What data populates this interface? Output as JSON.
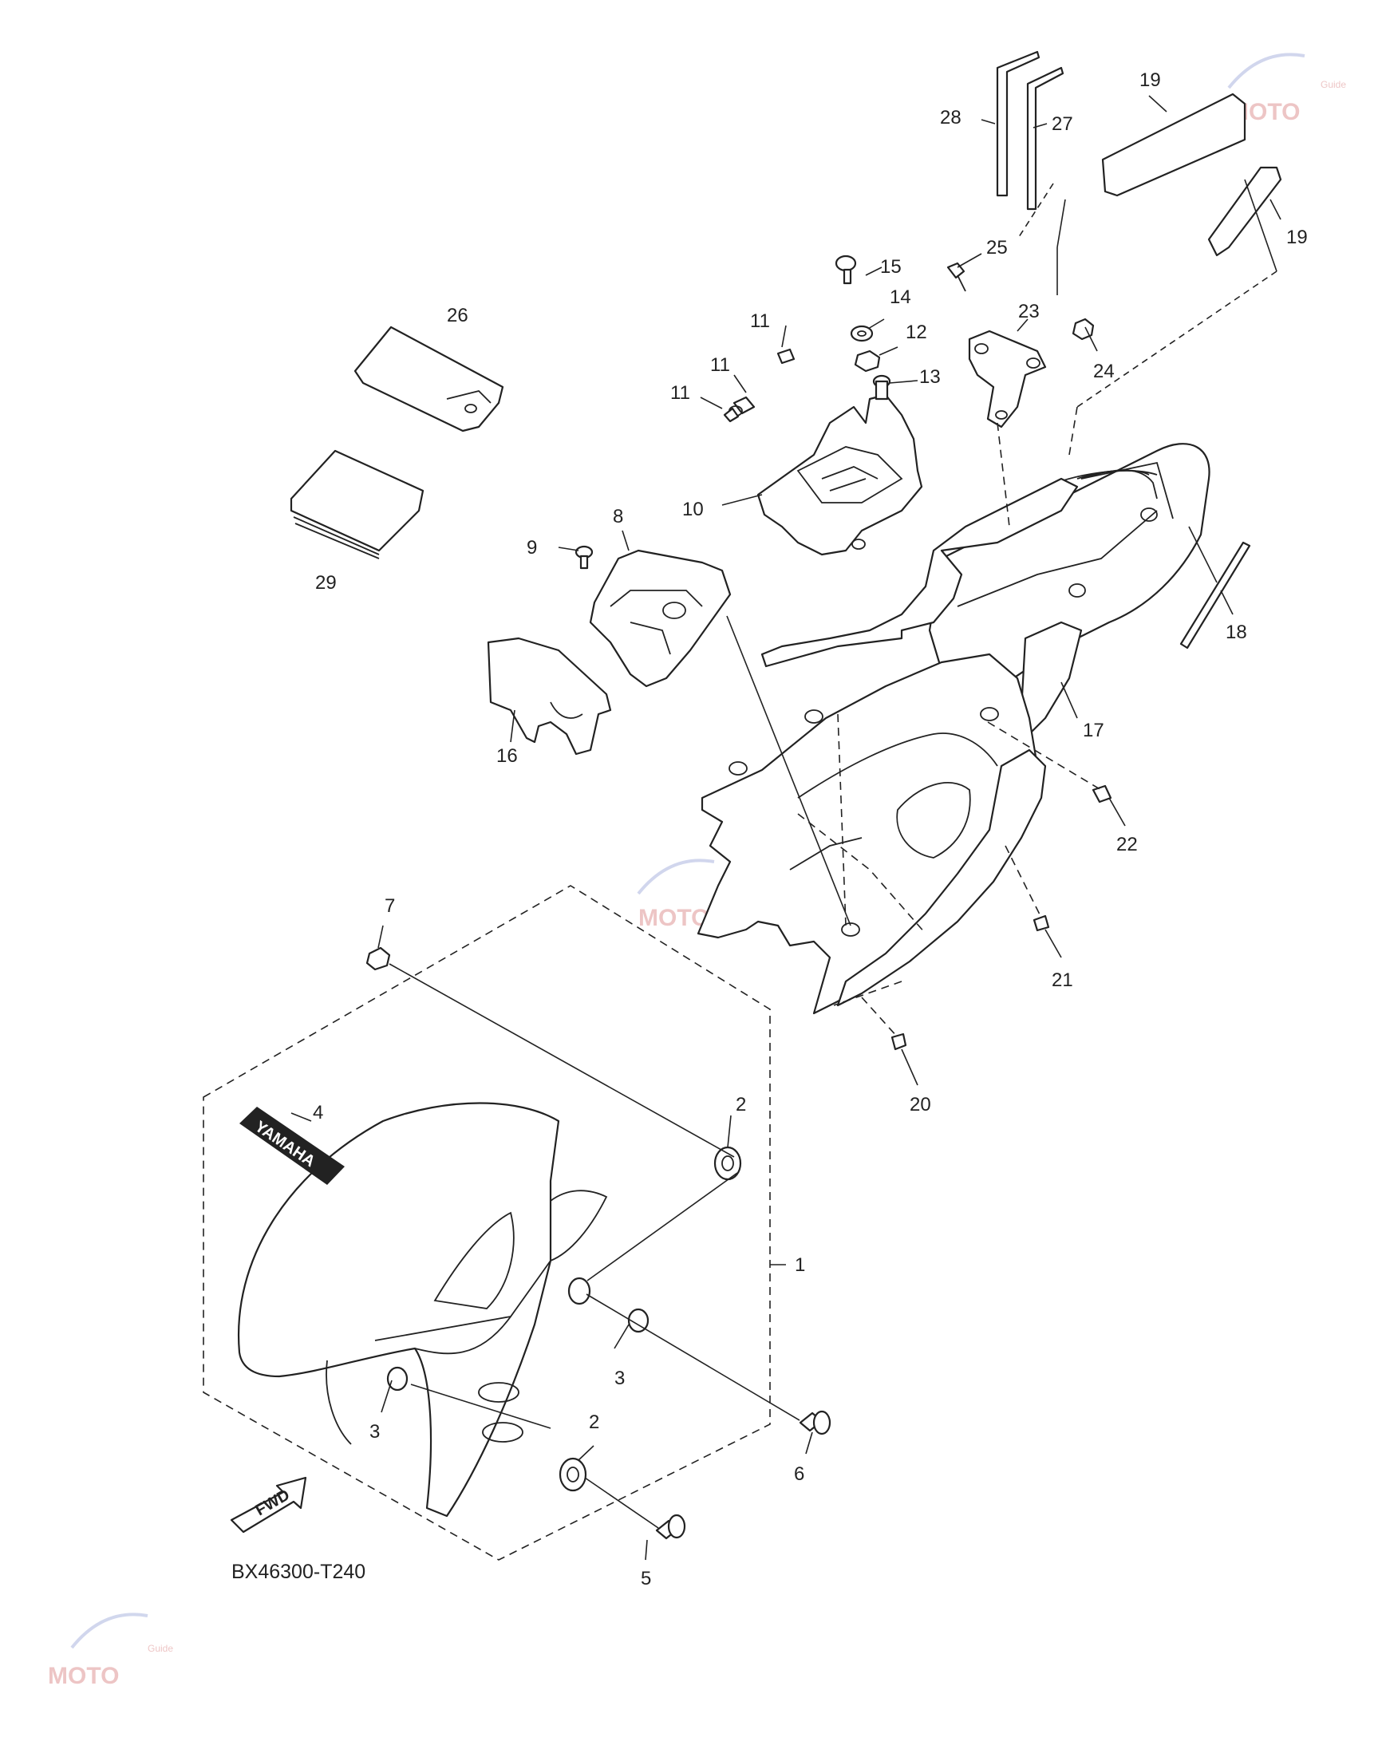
{
  "diagram_code": "BX46300-T240",
  "fwd_label": "FWD",
  "decal_text": "YAMAHA",
  "watermark": {
    "text": "MOTO",
    "sub": "Guide"
  },
  "callouts": [
    "1",
    "2",
    "2",
    "3",
    "3",
    "4",
    "5",
    "6",
    "7",
    "8",
    "9",
    "10",
    "11",
    "11",
    "11",
    "12",
    "13",
    "14",
    "15",
    "16",
    "17",
    "18",
    "19",
    "19",
    "20",
    "21",
    "22",
    "23",
    "24",
    "25",
    "26",
    "27",
    "28",
    "29"
  ]
}
